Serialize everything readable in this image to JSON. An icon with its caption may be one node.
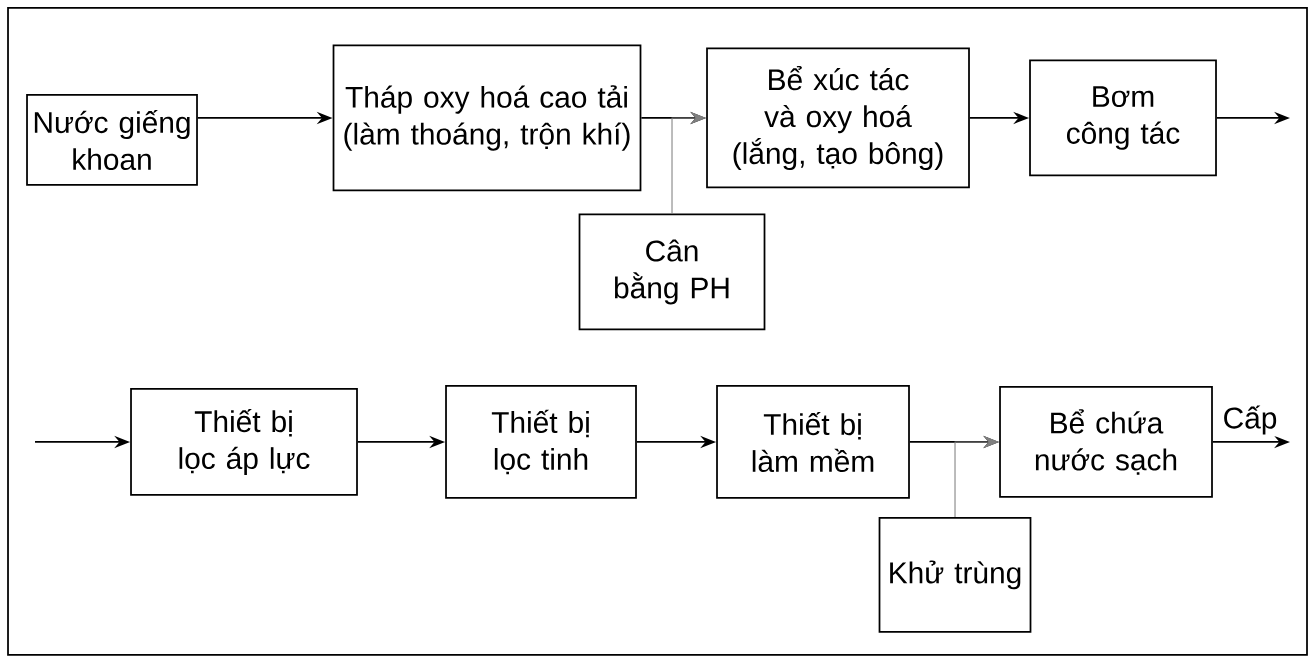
{
  "diagram": {
    "nodes": [
      {
        "text": [
          "Nước giếng khoan"
        ]
      },
      {
        "text": [
          "Tháp oxy hoá cao tải (làm thoáng, trộn khí)"
        ]
      },
      {
        "text": [
          "Cân bằng PH"
        ]
      },
      {
        "text": [
          "Bể xúc tác và oxy hoá (lắng, tạo bông)"
        ]
      },
      {
        "text": [
          "Bơm công tác"
        ]
      },
      {
        "text": [
          "Thiết bị lọc áp lực"
        ]
      },
      {
        "text": [
          "Thiết bị lọc tinh"
        ]
      },
      {
        "text": [
          "Thiết bị làm mềm"
        ]
      },
      {
        "text": [
          "Khử trùng"
        ]
      },
      {
        "text": [
          "Bể chứa nước sạch"
        ]
      }
    ],
    "edges": [
      {
        "from": 0,
        "to": 1,
        "arrow": "to"
      },
      {
        "from": 1,
        "to": 3,
        "arrow": "to"
      },
      {
        "from": 2,
        "to": 3,
        "arrow": "to",
        "color": "#808080"
      },
      {
        "from": 3,
        "to": 4,
        "arrow": "to"
      },
      {
        "from": 4,
        "to": null,
        "arrow": "to"
      },
      {
        "from": null,
        "to": 5,
        "arrow": "to"
      },
      {
        "from": 5,
        "to": 6,
        "arrow": "to"
      },
      {
        "from": 6,
        "to": 7,
        "arrow": "to"
      },
      {
        "from": 7,
        "to": 9,
        "arrow": "to"
      },
      {
        "from": 8,
        "to": 9,
        "arrow": "to",
        "color": "#808080"
      },
      {
        "from": 9,
        "to": null,
        "arrow": "to",
        "label": "Cấp"
      }
    ]
  }
}
